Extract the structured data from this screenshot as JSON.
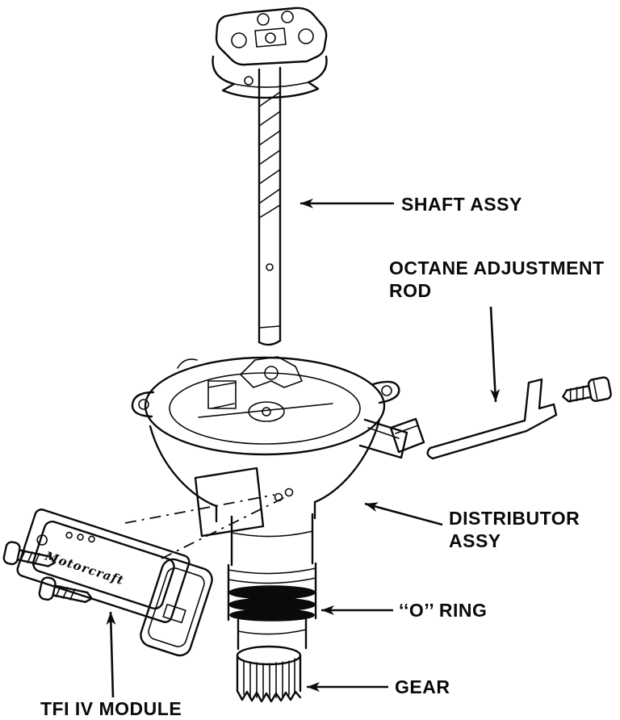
{
  "figure": {
    "description": "Exploded line-art diagram of a distributor assembly",
    "background_color": "#ffffff",
    "line_color": "#0a0a0a"
  },
  "labels": {
    "shaft_assy": "SHAFT ASSY",
    "octane_line1": "OCTANE ADJUSTMENT",
    "octane_line2": "ROD",
    "distributor_line1": "DISTRIBUTOR",
    "distributor_line2": "ASSY",
    "o_ring": "‘‘O’’ RING",
    "gear": "GEAR",
    "tfi_module": "TFI IV MODULE",
    "module_brand": "Motorcraft"
  }
}
